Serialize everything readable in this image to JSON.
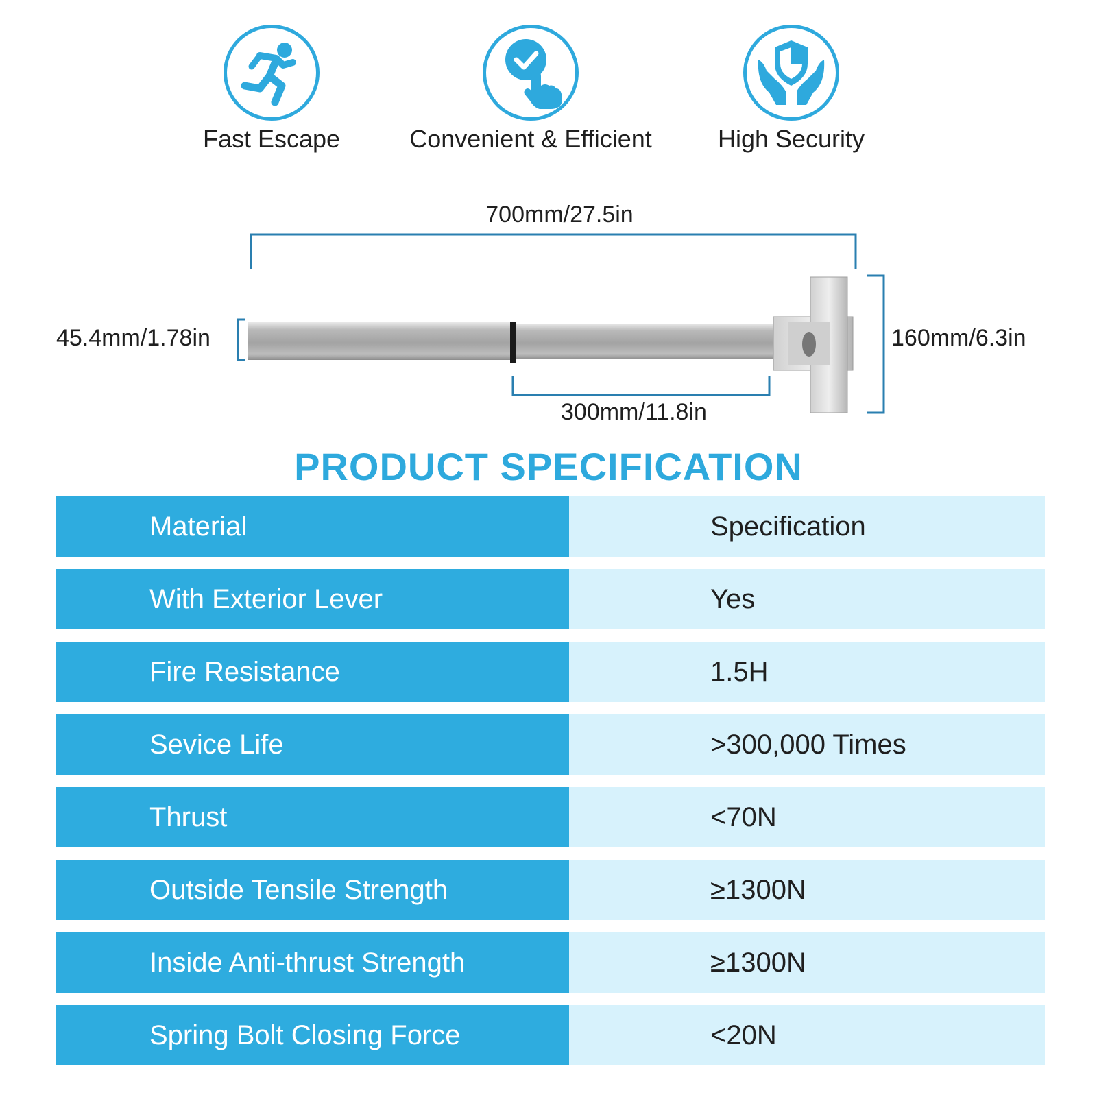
{
  "features": [
    {
      "icon": "running-person-icon",
      "label": "Fast Escape"
    },
    {
      "icon": "check-touch-icon",
      "label": "Convenient & Efficient"
    },
    {
      "icon": "shield-hands-icon",
      "label": "High Security"
    }
  ],
  "dimensions": {
    "total_length": "700mm/27.5in",
    "bar_height": "45.4mm/1.78in",
    "push_pad_length": "300mm/11.8in",
    "head_height": "160mm/6.3in"
  },
  "spec": {
    "title": "PRODUCT SPECIFICATION",
    "rows": [
      {
        "key": "Material",
        "value": "Specification"
      },
      {
        "key": "With Exterior Lever",
        "value": "Yes"
      },
      {
        "key": "Fire Resistance",
        "value": "1.5H"
      },
      {
        "key": "Sevice Life",
        "value": ">300,000 Times"
      },
      {
        "key": "Thrust",
        "value": "<70N"
      },
      {
        "key": "Outside Tensile Strength",
        "value": "≥1300N"
      },
      {
        "key": "Inside Anti-thrust Strength",
        "value": "≥1300N"
      },
      {
        "key": "Spring Bolt Closing Force",
        "value": "<20N"
      }
    ]
  },
  "colors": {
    "accent": "#2ea9dd",
    "row_key_bg": "#2eacdf",
    "row_value_bg": "#d7f2fc"
  }
}
